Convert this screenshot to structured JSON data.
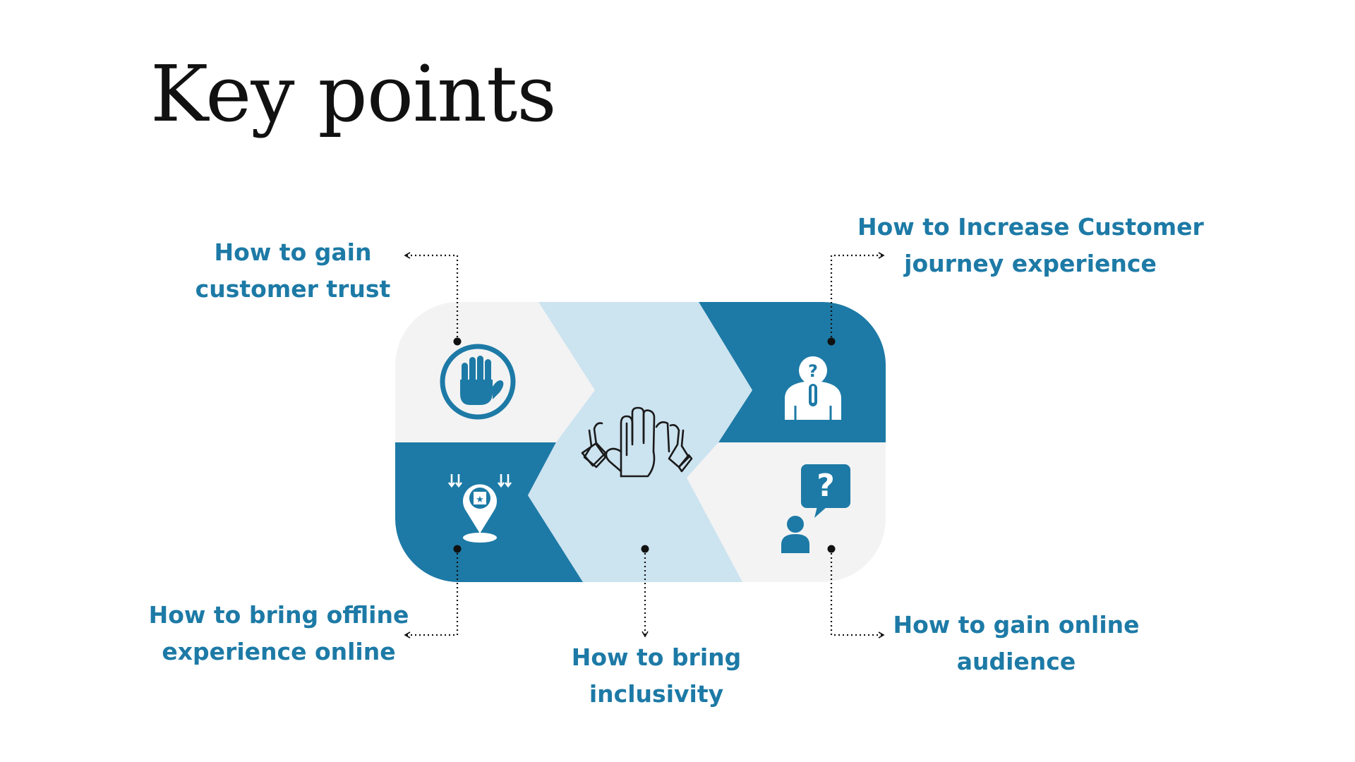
{
  "title": "Key points",
  "colors": {
    "dark_blue": "#1d7aa6",
    "light_blue": "#cce3f0",
    "light_gray": "#f3f3f3",
    "text_blue": "#1d7aa6",
    "title": "#111111"
  },
  "points": [
    {
      "icon": "stop-hand-icon",
      "lines": [
        "How to gain",
        "customer trust"
      ]
    },
    {
      "icon": "person-question-icon",
      "lines": [
        "How to Increase Customer",
        "journey experience"
      ]
    },
    {
      "icon": "location-pin-icon",
      "lines": [
        "How to bring offline",
        "experience online"
      ]
    },
    {
      "icon": "high-five-icon",
      "lines": [
        "How to bring",
        "inclusivity"
      ]
    },
    {
      "icon": "person-speech-question-icon",
      "lines": [
        "How to gain online",
        "audience"
      ]
    }
  ]
}
